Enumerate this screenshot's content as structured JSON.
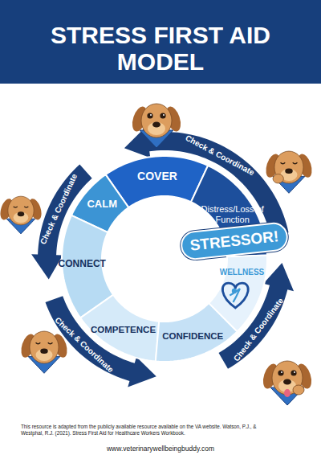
{
  "diagram": {
    "title": "STRESS FIRST AID MODEL",
    "caption": "This resource is adapted from the publicly available resource available on the VA website. Watson, P.J., & Westphal, R.J. (2021). Stress First Aid for Healthcare Workers Workbook.",
    "nodes": [
      {
        "text": [
          "COVER"
        ]
      },
      {
        "text": [
          "CALM"
        ]
      },
      {
        "text": [
          "Distress/Loss of Function"
        ]
      },
      {
        "text": [
          "STRESSOR!"
        ]
      },
      {
        "text": [
          "CONNECT"
        ]
      },
      {
        "text": [
          "WELLNESS"
        ]
      },
      {
        "text": [
          "COMPETENCE"
        ]
      },
      {
        "text": [
          "CONFIDENCE"
        ]
      }
    ],
    "labels": [
      "Check & Coordinate",
      "Check & Coordinate",
      "Check & Coordinate",
      "Check & Coordinate",
      "www.veterinarywellbeingbuddy.com"
    ]
  }
}
